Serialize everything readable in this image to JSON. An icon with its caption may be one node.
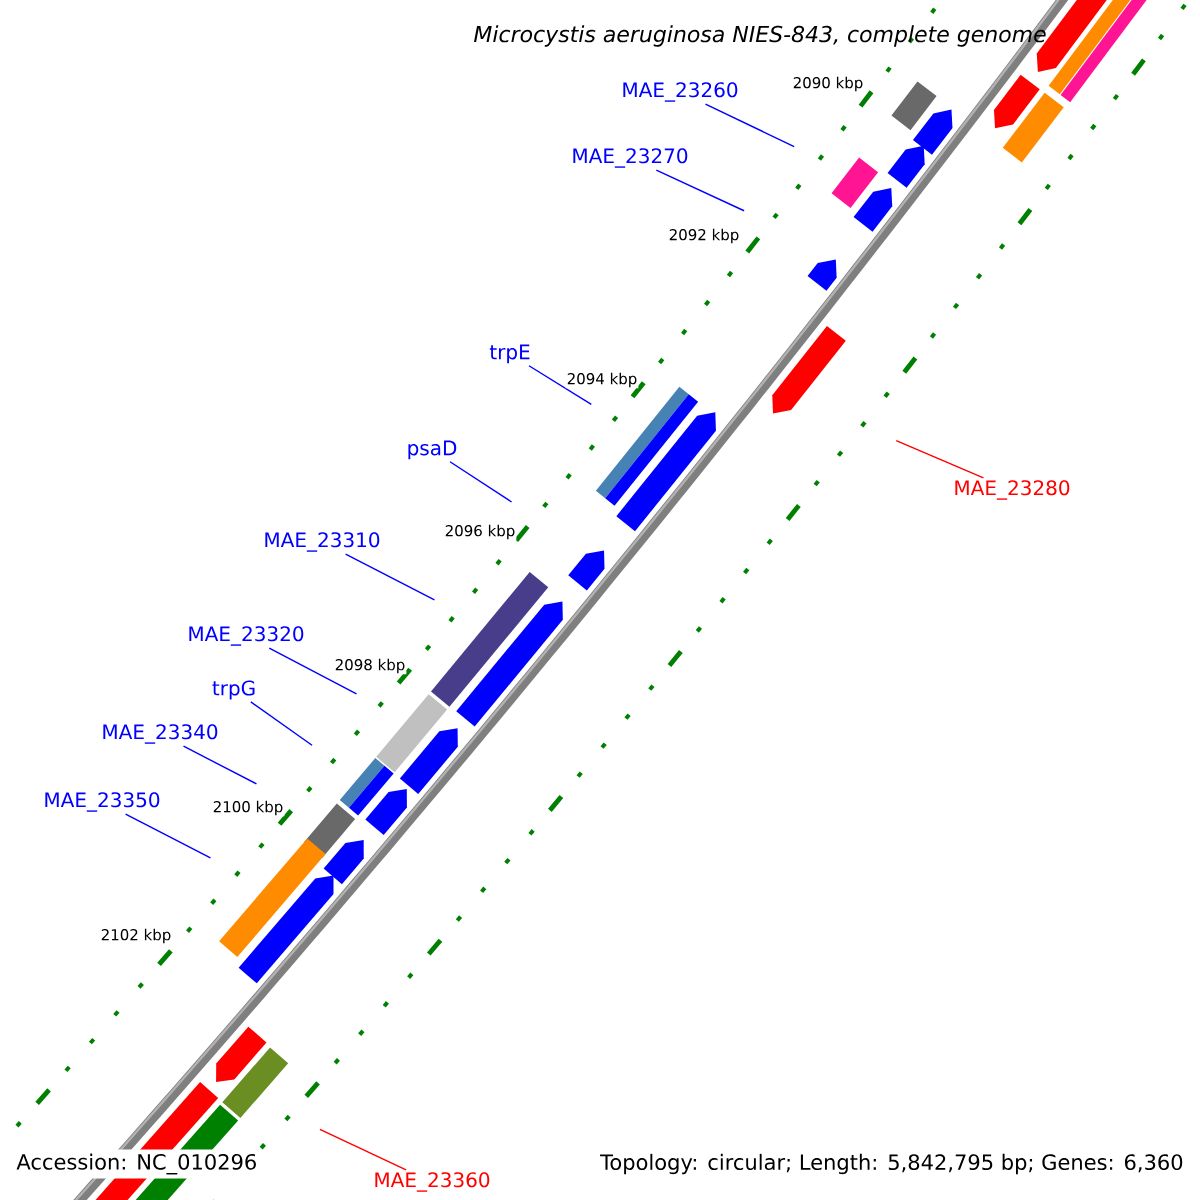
{
  "diagram": {
    "title": "*Microcystis aeruginosa* NIES-843, complete genome",
    "nodes": [
      {
        "text": [
          "MAE_23260"
        ]
      },
      {
        "text": [
          "MAE_23270"
        ]
      },
      {
        "text": [
          "trpE"
        ]
      },
      {
        "text": [
          "psaD"
        ]
      },
      {
        "text": [
          "MAE_23280"
        ]
      },
      {
        "text": [
          "MAE_23310"
        ]
      },
      {
        "text": [
          "MAE_23320"
        ]
      },
      {
        "text": [
          "trpG"
        ]
      },
      {
        "text": [
          "MAE_23340"
        ]
      },
      {
        "text": [
          "MAE_23350"
        ]
      },
      {
        "text": [
          "MAE_23360"
        ]
      }
    ],
    "edges": [
      {
        "from": 0,
        "to": null,
        "arrow": "none"
      },
      {
        "from": 1,
        "to": null,
        "arrow": "none"
      },
      {
        "from": 2,
        "to": null,
        "arrow": "none"
      },
      {
        "from": 3,
        "to": null,
        "arrow": "none"
      },
      {
        "from": 4,
        "to": null,
        "arrow": "none",
        "color": "#ff0000"
      },
      {
        "from": 5,
        "to": null,
        "arrow": "none"
      },
      {
        "from": 6,
        "to": null,
        "arrow": "none"
      },
      {
        "from": 7,
        "to": null,
        "arrow": "none"
      },
      {
        "from": 8,
        "to": null,
        "arrow": "none"
      },
      {
        "from": 9,
        "to": null,
        "arrow": "none"
      },
      {
        "from": 10,
        "to": null,
        "arrow": "none",
        "color": "#ff0000"
      }
    ],
    "labels": [
      "2090 kbp",
      "2092 kbp",
      "2094 kbp",
      "2096 kbp",
      "2098 kbp",
      "2100 kbp",
      "2102 kbp",
      "Accession: NC_010296",
      "Topology: circular; Length: 5,842,795 bp; Genes: 6,360"
    ]
  }
}
